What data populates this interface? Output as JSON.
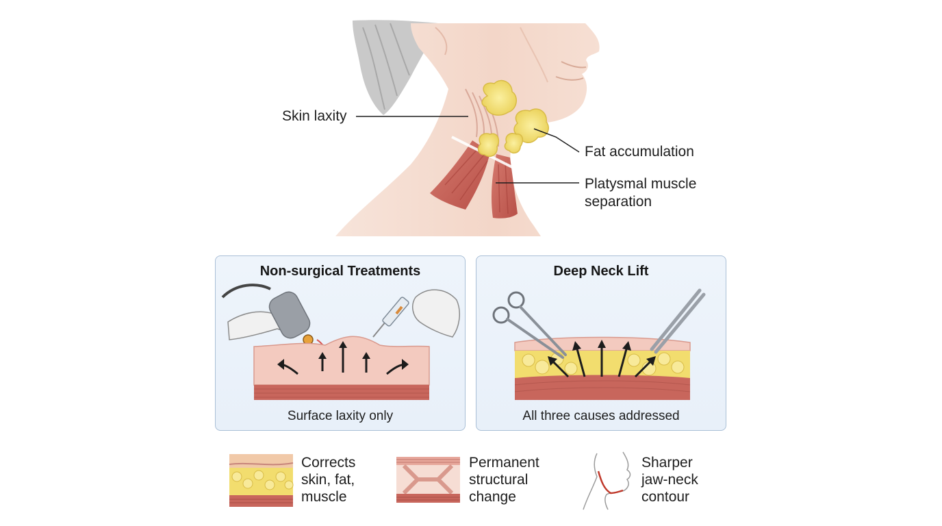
{
  "anatomy": {
    "labels": {
      "skin_laxity": "Skin laxity",
      "fat_accumulation": "Fat accumulation",
      "platysmal_line1": "Platysmal muscle",
      "platysmal_line2": "separation"
    }
  },
  "panels": [
    {
      "title": "Non-surgical Treatments",
      "caption": "Surface laxity only"
    },
    {
      "title": "Deep Neck Lift",
      "caption": "All three causes addressed"
    }
  ],
  "benefits": [
    {
      "icon": "skin-fat-muscle-layers-icon",
      "lines": [
        "Corrects",
        "skin, fat,",
        "muscle"
      ]
    },
    {
      "icon": "structural-tissue-icon",
      "lines": [
        "Permanent",
        "structural",
        "change"
      ]
    },
    {
      "icon": "jaw-neck-profile-icon",
      "lines": [
        "Sharper",
        "jaw-neck",
        "contour"
      ]
    }
  ],
  "colors": {
    "skin": "#f4d9cc",
    "fat": "#f3e27a",
    "muscle": "#c65f55",
    "panel_bg": "#eaf1fa",
    "panel_border": "#a9bfd6"
  }
}
